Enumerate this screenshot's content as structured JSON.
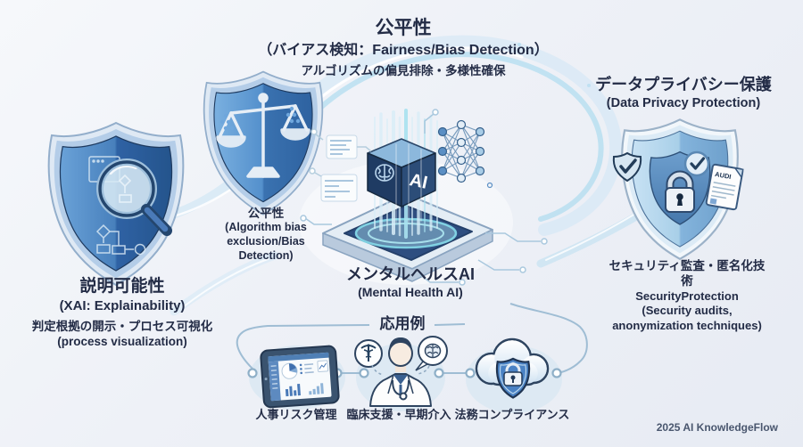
{
  "colors": {
    "background": "#eef1f7",
    "shield_blue": "#2f62a4",
    "light_blue": "#cfe4f2",
    "navy_text": "#232c46",
    "swoosh": "#bfdff1",
    "connector": "#9fbdd4"
  },
  "sections": {
    "fairness": {
      "title": "公平性",
      "subtitle": "（バイアス検知：Fairness/Bias Detection）",
      "description": "アルゴリズムの偏見排除・多様性確保",
      "shield_label": {
        "title": "公平性",
        "line1": "(Algorithm bias",
        "line2": "exclusion/Bias",
        "line3": "Detection)"
      }
    },
    "explainability": {
      "title": "説明可能性",
      "subtitle": "(XAI: Explainability)",
      "description": "判定根拠の開示・プロセス可視化",
      "description_en": "(process visualization)"
    },
    "privacy": {
      "title": "データプライバシー保護",
      "subtitle": "(Data Privacy Protection)",
      "detail_line1": "セキュリティ監査・匿名化技術",
      "detail_line2": "SecurityProtection",
      "detail_line3": "(Security audits,",
      "detail_line4": "anonymization techniques)"
    },
    "center": {
      "title": "メンタルヘルスAI",
      "subtitle": "(Mental Health AI)"
    },
    "applications": {
      "header": "応用例",
      "items": [
        {
          "label": "人事リスク管理",
          "icon": "tablet-dashboard-icon"
        },
        {
          "label": "臨床支援・早期介入",
          "icon": "doctor-icon"
        },
        {
          "label": "法務コンプライアンス",
          "icon": "cloud-lock-icon"
        }
      ]
    }
  },
  "decorations": {
    "ai_cube_label": "AI",
    "audit_doc_label": "AUDI"
  },
  "icons": {
    "left": "shield-magnifier-icon",
    "fairness": "shield-scales-icon",
    "center": "ai-cube-platform-icon",
    "network": "neural-network-icon",
    "privacy": "shield-lock-icon",
    "audit": "audit-document-icon",
    "app1": "tablet-dashboard-icon",
    "app2": "doctor-icon",
    "app3": "cloud-lock-icon"
  },
  "credit": "2025 AI KnowledgeFlow"
}
